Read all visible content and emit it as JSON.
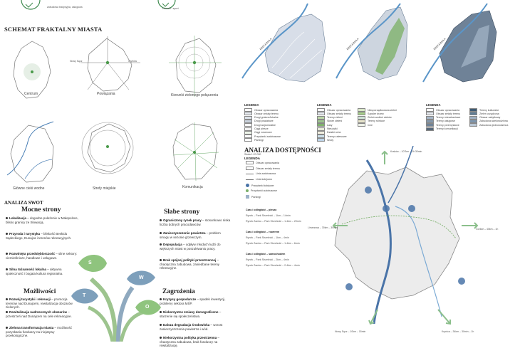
{
  "header": {
    "label_left": "zabudowa tradycyjna, usługowa",
    "label_right": "zdrowie i sport"
  },
  "fractal": {
    "title": "SCHEMAT FRAKTALNY MIASTA",
    "diagrams": [
      {
        "caption": "Centrum"
      },
      {
        "caption": "Powiązania",
        "labels": [
          "Nowy Sącz",
          "Grybów"
        ]
      },
      {
        "caption": "Kierunki zielonego połączenia"
      },
      {
        "caption": "Główne cieki wodne"
      },
      {
        "caption": "Strefy miejskie"
      },
      {
        "caption": "Komunikacja"
      }
    ]
  },
  "swot": {
    "title": "ANALIZA SWOT",
    "strengths": {
      "title": "Mocne strony",
      "items": [
        {
          "bold": "Lokalizacja",
          "text": " – dogodne położenie w Małopolsce, blisko granicy ze Słowacją."
        },
        {
          "bold": "Przyroda i turystyka",
          "text": " – bliskość Beskidu Sądeckiego, Dunajca i terenów rekreacyjnych."
        },
        {
          "bold": "Rozwinięta przedsiębiorczość",
          "text": " – silne sektory: ciemieślnicze, handlowe i usługowe."
        },
        {
          "bold": "Silna tożsamość lokalna",
          "text": " – aktywna społeczność i bogata kultura regionalna."
        }
      ]
    },
    "weaknesses": {
      "title": "Słabe strony",
      "items": [
        {
          "bold": "Ograniczony rynek pracy",
          "text": " – stosunkowo niska liczba dobrych pracodawców."
        },
        {
          "bold": "Zanieczyszczenie powietrza",
          "text": " – problem smogu w sezonie grzewczym."
        },
        {
          "bold": "Depopulacja",
          "text": " – odpływ młodych ludzi do większych miast w poszukiwaniu pracy."
        },
        {
          "bold": "Brak spójnej polityki przestrzennej",
          "text": " – chaotyczna zabudowa, zaniedbane tereny rekreacyjne."
        }
      ]
    },
    "opportunities": {
      "title": "Możliwości",
      "items": [
        {
          "bold": "Rozwój turystyki i rekreacji",
          "text": " – promocja terenów nad Dunajcem, rewitalizacja obszarów zielonych."
        },
        {
          "bold": "Rewitalizacja nadrzecznych obszarów",
          "text": " – przestrzeń nad Dunajcem na cele rekreacyjne."
        },
        {
          "bold": "Zielona transformacja miasta",
          "text": " – możliwość pozyskania funduszy na inicjatywy proekologiczne."
        }
      ]
    },
    "threats": {
      "title": "Zagrożenia",
      "items": [
        {
          "bold": "Kryzysy gospodarcze",
          "text": " – spadek inwestycji, problemy sektora MŚP."
        },
        {
          "bold": "Niekorzystne zmiany demograficzne",
          "text": " – starzenie się społeczeństwa."
        },
        {
          "bold": "Dalsza degradacja środowiska",
          "text": " – wzrost zanieczyszczenia powietrza i wód."
        },
        {
          "bold": "Niekorzystna polityka przestrzenna",
          "text": " – chaotyczna zabudowa, brak funduszy na rewitalizację."
        }
      ]
    },
    "leaves": {
      "s": "S",
      "w": "W",
      "t": "T",
      "o": "O"
    }
  },
  "maps": {
    "river_label": "RZEKA BIAŁA",
    "legend1": {
      "title": "LEGENDA",
      "items": [
        "Obszar opracowania",
        "Obszar zmiały terenu",
        "Drogi gminne/lokalne",
        "Drogi powiatowe",
        "Drogi wojewódzkie",
        "Ciągi piesze",
        "Ciągi rowerowe",
        "Przystanki autobusowe",
        "Parkingi"
      ]
    },
    "legend2": {
      "title": "LEGENDA",
      "items": [
        "Obszar opracowania",
        "Obszar zmiały terenu",
        "Tereny zieleni",
        "Skwer zieleni",
        "Lasy",
        "Nieużytki",
        "Działki rolne",
        "Tereny zalewowe",
        "Wody"
      ],
      "items2": [
        "Nieuporządkowana zieleń",
        "Szpaler drzew",
        "Zieleń wzdłuż cieków",
        "Tereny rolnicze",
        "Inne"
      ]
    },
    "legend3": {
      "title": "LEGENDA",
      "items": [
        "Obszar opracowania",
        "Obszar zmiały terenu",
        "Tereny mieszkaniowe",
        "Tereny usługowe",
        "Tereny przemysłowe",
        "Tereny komunikacji"
      ],
      "items2": [
        "Tereny kulturalne",
        "Zieleń urządzona",
        "Obszar zabytkowy",
        "Zabudowa wielorodzinna",
        "Zabudowa jednorodzinna"
      ]
    }
  },
  "accessibility": {
    "title": "ANALIZA DOSTĘPNOŚCI",
    "scale": "Skala 1:20 000",
    "legend_title": "LEGENDA",
    "legend": [
      "Obszar opracowania",
      "Obszar zmiały terenu",
      "Linia autobusowa",
      "Linia kolejowa",
      "Przystanki kolejowe",
      "Przystanki autobusowe",
      "Parkingi"
    ],
    "times": [
      "Czas i odległość – pieszo",
      "Rynek – Park Strzelecki – 1km – 14min",
      "Rynek Zamku – Park Strzelecki – 1.4km – 20min",
      "Czas i odległość – rowerem",
      "Rynek – Park Strzelecki – 1km – 4min",
      "Rynek Zamku – Park Strzelecki – 1.4km – 6min",
      "Czas i odległość – samochodem",
      "Rynek – Park Strzelecki – 2km – 4min",
      "Rynek Zamku – Park Strzelecki – 2.4km – 4min"
    ],
    "directions": {
      "north": "Kraków – 107km – 1h 30min",
      "west": "Limanowa – 30km – 30min",
      "east": "Gorlice – 40km – 1h",
      "south": "Nowy Sącz – 10km – 15min",
      "southeast": "Krynica – 34km – 30min – 1h"
    }
  }
}
